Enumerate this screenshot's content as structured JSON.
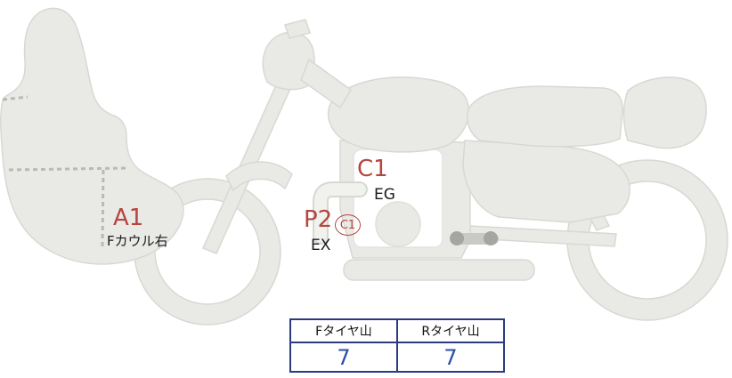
{
  "diagram": {
    "type": "motorcycle-condition-diagram",
    "marks": {
      "front_cowl": {
        "code": "A1",
        "part": "Fカウル右"
      },
      "engine": {
        "code": "C1",
        "part": "EG"
      },
      "exhaust": {
        "code": "P2",
        "sub_code": "C1",
        "part": "EX"
      }
    }
  },
  "tire_table": {
    "front_header": "Fタイヤ山",
    "rear_header": "Rタイヤ山",
    "front_value": "7",
    "rear_value": "7"
  },
  "colors": {
    "mark_red": "#b4463e",
    "part_text": "#1a1a1a",
    "table_border": "#2a3b80",
    "tread_value_blue": "#2b4fa5",
    "body_fill": "#e9e9e6",
    "body_outline": "#d8d8d3"
  }
}
